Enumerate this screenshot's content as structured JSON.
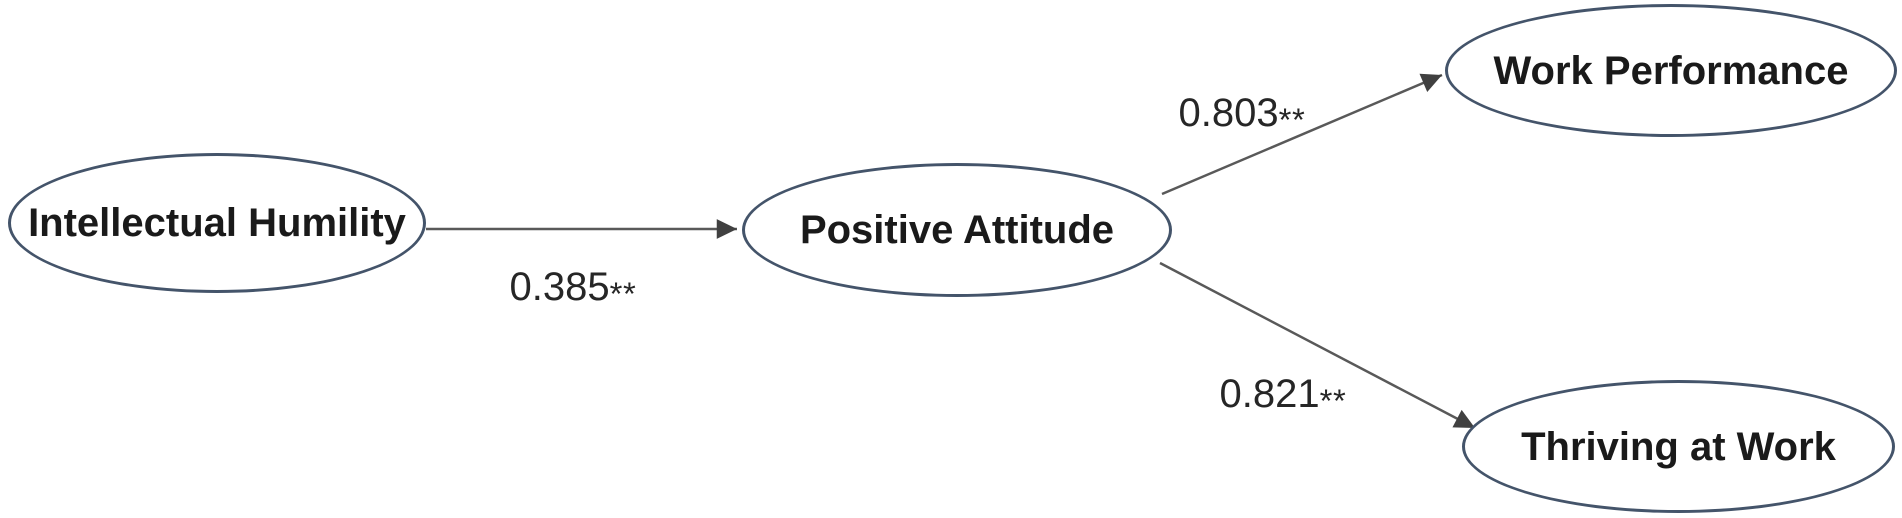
{
  "diagram": {
    "kind": "path-model",
    "nodes": [
      {
        "id": "intellectual-humility",
        "label": "Intellectual Humility"
      },
      {
        "id": "positive-attitude",
        "label": "Positive Attitude"
      },
      {
        "id": "work-performance",
        "label": "Work Performance"
      },
      {
        "id": "thriving-at-work",
        "label": "Thriving at Work"
      }
    ],
    "edges": [
      {
        "from": "intellectual-humility",
        "to": "positive-attitude",
        "label": "0.385**",
        "value": "0.385",
        "sig": "**"
      },
      {
        "from": "positive-attitude",
        "to": "work-performance",
        "label": "0.803**",
        "value": "0.803",
        "sig": "**"
      },
      {
        "from": "positive-attitude",
        "to": "thriving-at-work",
        "label": "0.821**",
        "value": "0.821",
        "sig": "**"
      }
    ],
    "colors": {
      "node_border": "#44546A",
      "edge_line": "#595959",
      "arrowhead": "#404040",
      "text": "#1a1a1a",
      "background": "#ffffff"
    }
  }
}
